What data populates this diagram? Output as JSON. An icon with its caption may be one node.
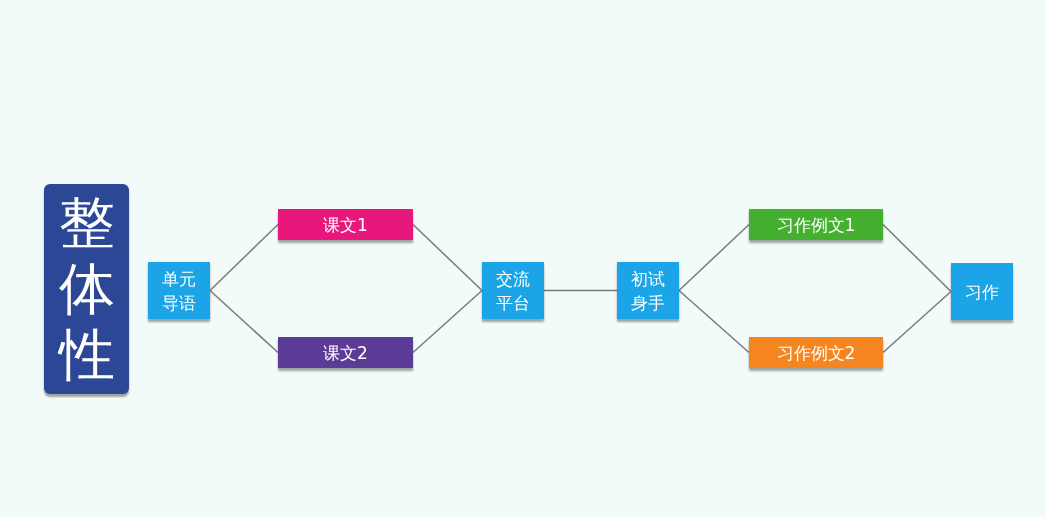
{
  "diagram": {
    "nodes": [
      {
        "text": [
          "整体性"
        ]
      },
      {
        "text": [
          "单元导语"
        ]
      },
      {
        "text": [
          "课文1"
        ]
      },
      {
        "text": [
          "课文2"
        ]
      },
      {
        "text": [
          "交流平台"
        ]
      },
      {
        "text": [
          "初试身手"
        ]
      },
      {
        "text": [
          "习作例文1"
        ]
      },
      {
        "text": [
          "习作例文2"
        ]
      },
      {
        "text": [
          "习作"
        ]
      }
    ],
    "edges": [
      {
        "from": 1,
        "to": 2,
        "arrow": "none"
      },
      {
        "from": 1,
        "to": 3,
        "arrow": "none"
      },
      {
        "from": 2,
        "to": 4,
        "arrow": "none"
      },
      {
        "from": 3,
        "to": 4,
        "arrow": "none"
      },
      {
        "from": 4,
        "to": 5,
        "arrow": "none"
      },
      {
        "from": 5,
        "to": 6,
        "arrow": "none"
      },
      {
        "from": 5,
        "to": 7,
        "arrow": "none"
      },
      {
        "from": 6,
        "to": 8,
        "arrow": "none"
      },
      {
        "from": 7,
        "to": 8,
        "arrow": "none"
      }
    ]
  }
}
